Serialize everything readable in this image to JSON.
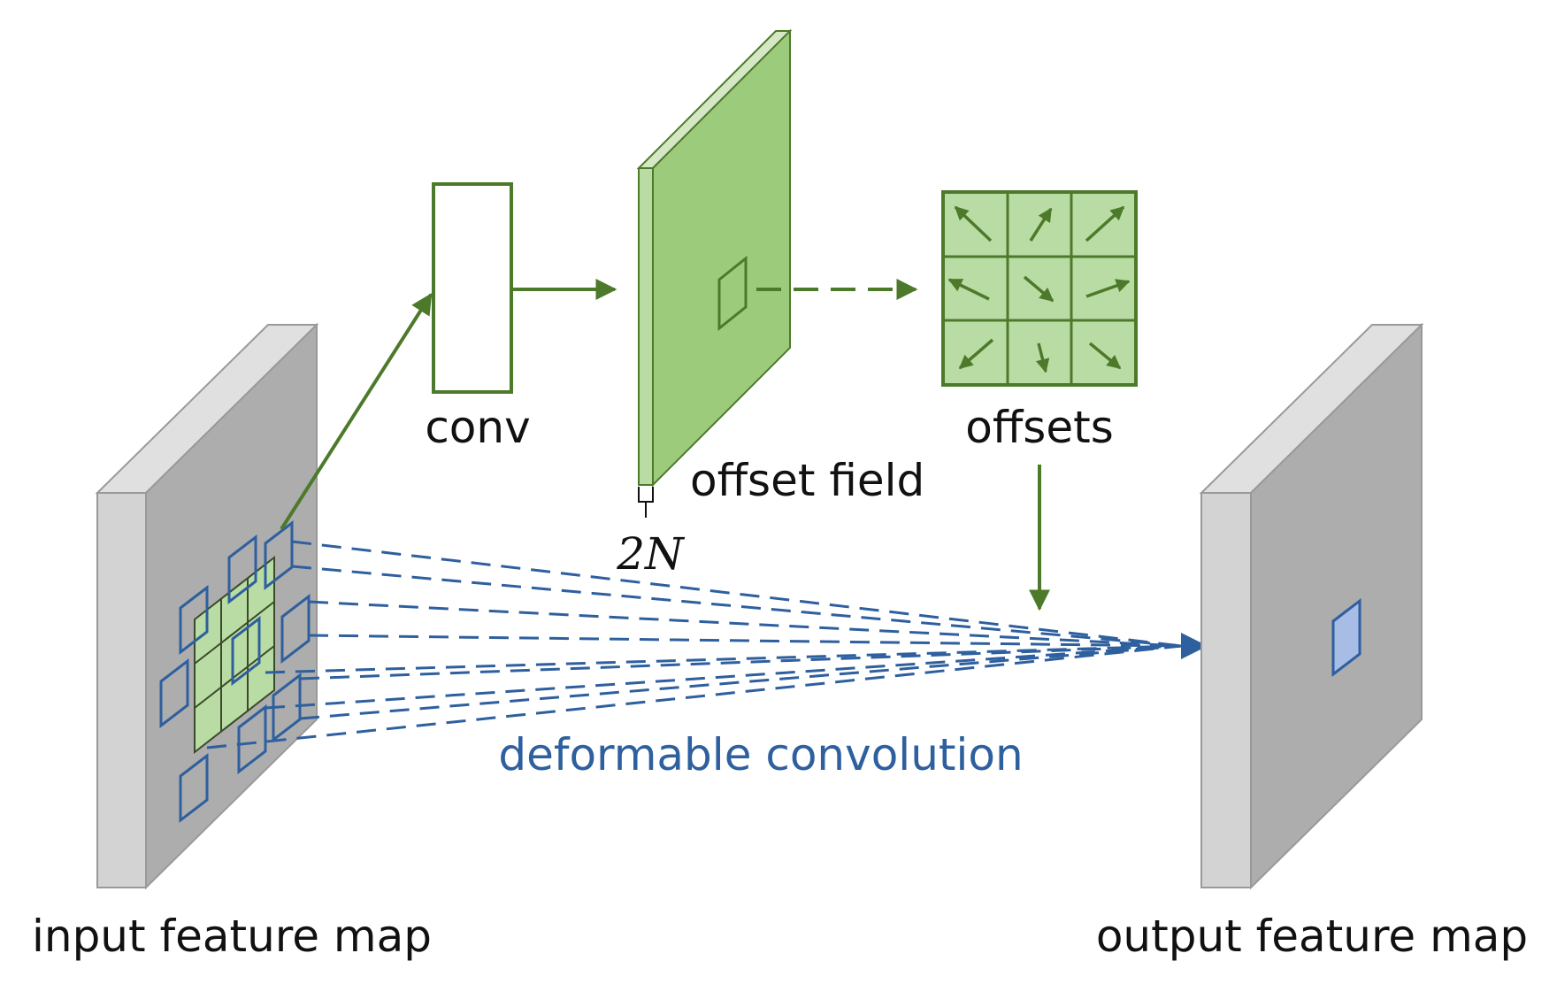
{
  "labels": {
    "conv": "conv",
    "offset_field": "offset field",
    "offsets": "offsets",
    "two_n": "2N",
    "input_feature_map": "input feature map",
    "output_feature_map": "output feature map",
    "deformable_convolution": "deformable convolution"
  },
  "colors": {
    "green_dark": "#4d7a2a",
    "green_fill": "#9dcb7c",
    "green_light": "#b9dca4",
    "blue": "#2e5f9e",
    "blue_fill": "#a8bde6",
    "gray_face": "#adadad",
    "gray_front": "#d3d3d3",
    "gray_top": "#e0e0e0"
  },
  "offset_arrows": [
    "up-left",
    "up-right",
    "up-right",
    "left",
    "down-right",
    "right",
    "down-left",
    "down",
    "down-right"
  ]
}
